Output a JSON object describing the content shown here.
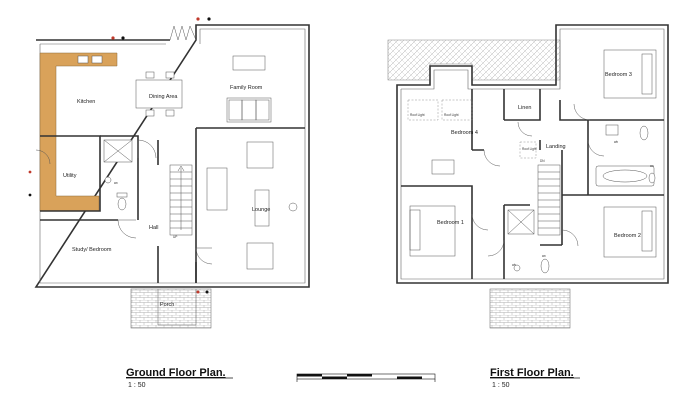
{
  "ground_floor": {
    "title": "Ground Floor Plan.",
    "scale": "1 : 50",
    "rooms": {
      "kitchen": "Kitchen",
      "dining": "Dining Area",
      "family": "Family Room",
      "utility": "Utility",
      "wc": "wc",
      "study": "Study/ Bedroom",
      "hall": "Hall",
      "lounge": "Lounge",
      "porch": "Porch",
      "up": "UP"
    }
  },
  "first_floor": {
    "title": "First Floor Plan.",
    "scale": "1 : 50",
    "rooms": {
      "bed4": "Bedroom 4",
      "linen": "Linen",
      "landing": "Landing",
      "bed3": "Bedroom 3",
      "bed1": "Bedroom 1",
      "bed2": "Bedroom 2",
      "wb_a": "wb",
      "wc_a": "wc",
      "wb_b": "wb",
      "wc_b": "wc",
      "roof_light_1": "Roof Light",
      "roof_light_2": "Roof Light",
      "roof_light_3": "Roof Light",
      "dn": "DN"
    }
  },
  "colors": {
    "cabinet": "#d9a25a",
    "wall": "#333333"
  }
}
